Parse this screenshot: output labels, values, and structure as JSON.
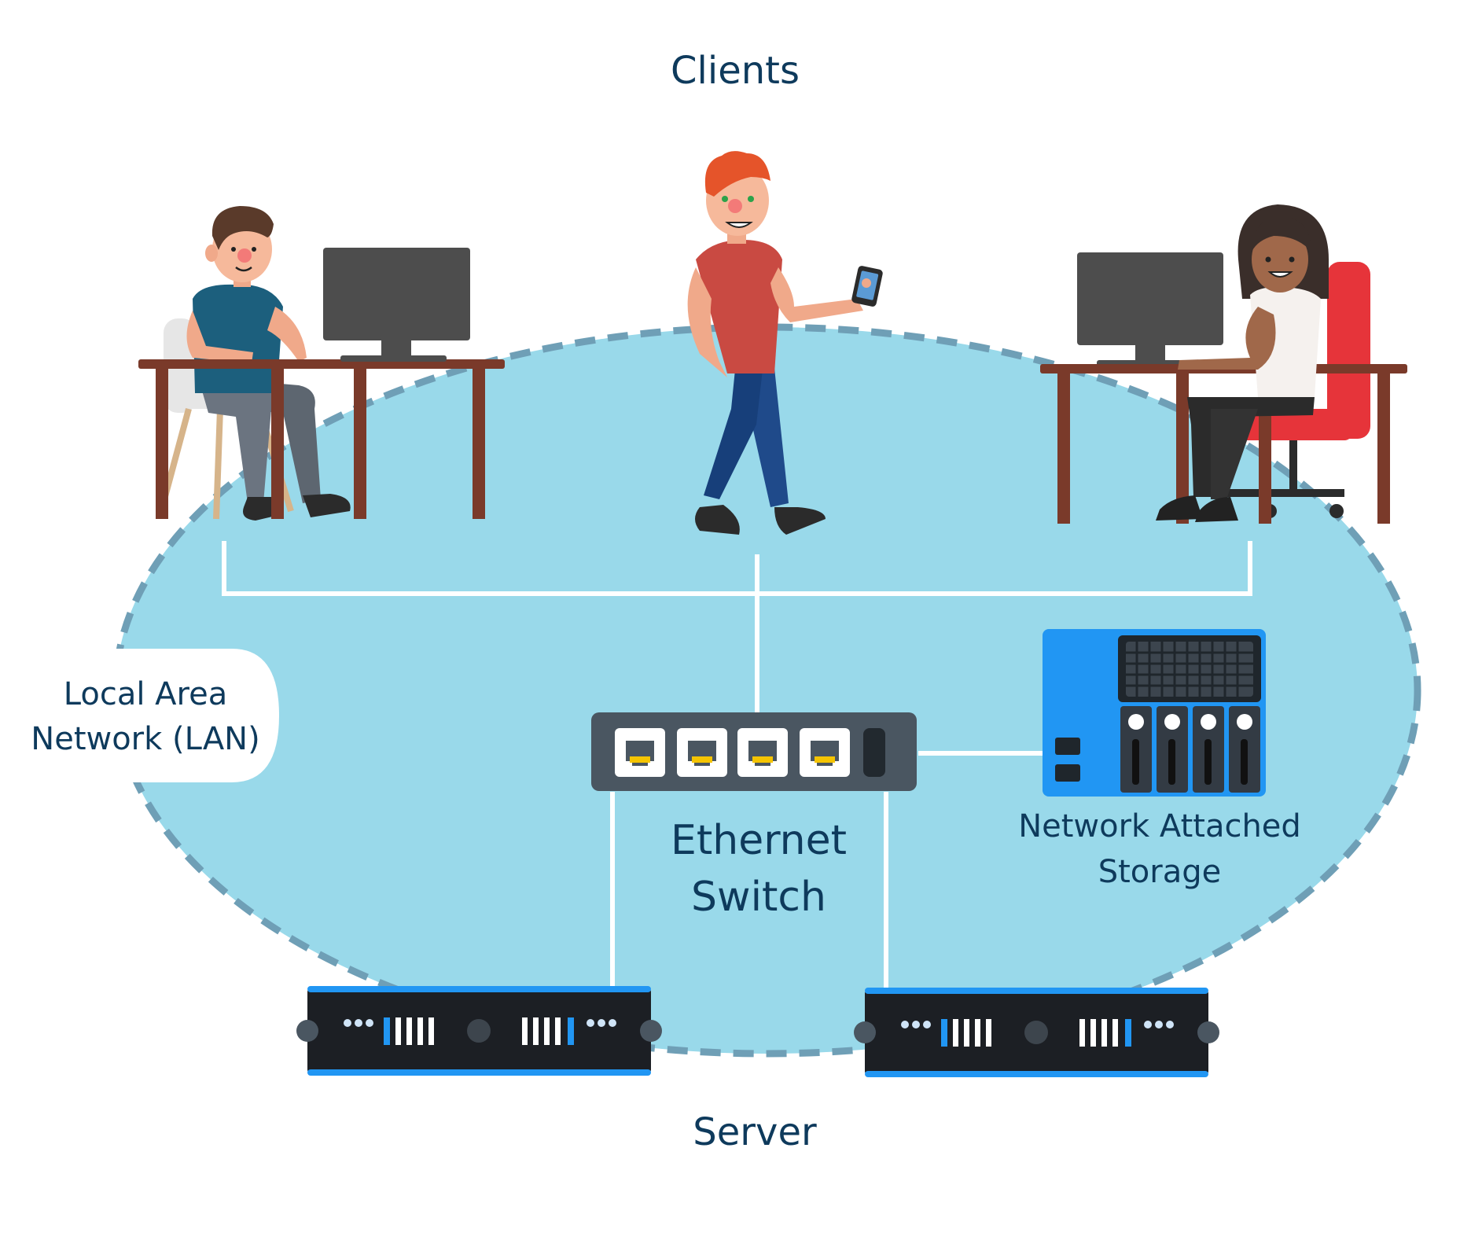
{
  "labels": {
    "clients": "Clients",
    "lan": [
      "Local Area",
      "Network (LAN)"
    ],
    "switch": [
      "Ethernet",
      "Switch"
    ],
    "nas": [
      "Network Attached",
      "Storage"
    ],
    "server": "Server"
  },
  "colors": {
    "lan_fill": "#99d9ea",
    "lan_border": "#6f9fb6",
    "label_text": "#0e3a5c",
    "desk": "#7a3a2a",
    "monitor": "#4d4d4d",
    "switch_body": "#4a5661",
    "port_face": "#ffffff",
    "port_pins": "#f5c400",
    "nas_body": "#2196f3",
    "nas_drive": "#333b44",
    "server_body": "#1c1f24",
    "server_accent": "#2196f3",
    "link": "#ffffff"
  },
  "icons": [
    "person-seated-left-icon",
    "person-walking-icon",
    "person-seated-right-icon",
    "desktop-computer-icon",
    "ethernet-switch-icon",
    "nas-device-icon",
    "rack-server-icon",
    "smartphone-icon",
    "office-chair-icon"
  ]
}
